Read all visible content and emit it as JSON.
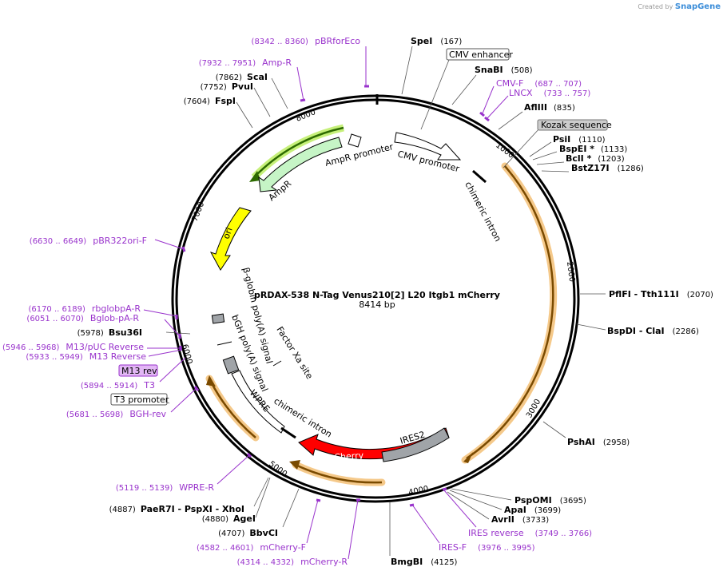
{
  "credit": {
    "prefix": "Created by",
    "brand": "SnapGene"
  },
  "plasmid": {
    "name": "pRDAX-538    N-Tag Venus210[2] L20 Itgb1 mCherry",
    "length_label": "8414 bp"
  },
  "ticks": [
    "1000",
    "2000",
    "3000",
    "4000",
    "5000",
    "6000",
    "7000",
    "8000"
  ],
  "enzymes": [
    {
      "name": "SpeI",
      "pos": "(167)"
    },
    {
      "name": "SnaBI",
      "pos": "(508)"
    },
    {
      "name": "AflIII",
      "pos": "(835)"
    },
    {
      "name": "PsiI",
      "pos": "(1110)"
    },
    {
      "name": "BspEI *",
      "pos": "(1133)"
    },
    {
      "name": "BclI *",
      "pos": "(1203)"
    },
    {
      "name": "BstZ17I",
      "pos": "(1286)"
    },
    {
      "name": "PflFI  - Tth111I",
      "pos": "(2070)"
    },
    {
      "name": "BspDI  - ClaI",
      "pos": "(2286)"
    },
    {
      "name": "PshAI",
      "pos": "(2958)"
    },
    {
      "name": "PspOMI",
      "pos": "(3695)"
    },
    {
      "name": "ApaI",
      "pos": "(3699)"
    },
    {
      "name": "AvrII",
      "pos": "(3733)"
    },
    {
      "name": "BmgBI",
      "pos": "(4125)"
    },
    {
      "name": "BbvCI",
      "pos": "(4707)"
    },
    {
      "name": "AgeI",
      "pos": "(4880)"
    },
    {
      "name": "PaeR7I  - PspXI  - XhoI",
      "pos": "(4887)"
    },
    {
      "name": "Bsu36I",
      "pos": "(5978)"
    },
    {
      "name": "FspI",
      "pos": "(7604)"
    },
    {
      "name": "PvuI",
      "pos": "(7752)"
    },
    {
      "name": "ScaI",
      "pos": "(7862)"
    }
  ],
  "primers": [
    {
      "name": "pBRforEco",
      "range": "(8342 .. 8360)"
    },
    {
      "name": "Amp-R",
      "range": "(7932 .. 7951)"
    },
    {
      "name": "CMV-F",
      "range": "(687 .. 707)"
    },
    {
      "name": "LNCX",
      "range": "(733 .. 757)"
    },
    {
      "name": "pBR322ori-F",
      "range": "(6630 .. 6649)"
    },
    {
      "name": "rbglobpA-R",
      "range": "(6170 .. 6189)"
    },
    {
      "name": "Bglob-pA-R",
      "range": "(6051 .. 6070)"
    },
    {
      "name": "M13/pUC Reverse",
      "range": "(5946 .. 5968)"
    },
    {
      "name": "M13 Reverse",
      "range": "(5933 .. 5949)"
    },
    {
      "name": "T3",
      "range": "(5894 .. 5914)"
    },
    {
      "name": "BGH-rev",
      "range": "(5681 .. 5698)"
    },
    {
      "name": "WPRE-R",
      "range": "(5119 .. 5139)"
    },
    {
      "name": "mCherry-F",
      "range": "(4582 .. 4601)"
    },
    {
      "name": "mCherry-R",
      "range": "(4314 .. 4332)"
    },
    {
      "name": "IRES-F",
      "range": "(3976 .. 3995)"
    },
    {
      "name": "IRES reverse",
      "range": "(3749 .. 3766)"
    }
  ],
  "boxed_labels": [
    "CMV enhancer",
    "Kozak sequence",
    "M13 rev",
    "T3 promoter"
  ],
  "features": {
    "cmv_promoter": "CMV promoter",
    "chimeric_intron_1": "chimeric intron",
    "ampr_promoter": "AmpR promoter",
    "ampr": "AmpR",
    "ori": "ori",
    "beta_globin": "β-globin poly(A) signal",
    "bgh": "bGH poly(A) signal",
    "factor_xa": "Factor Xa site",
    "wpre": "WPRE",
    "chimeric_intron_2": "chimeric intron",
    "mcherry": "mCherry",
    "ires2": "IRES2"
  },
  "colors": {
    "primer": "#9933cc",
    "orf": "#f5a623",
    "ampr": "#c6f5c6",
    "ori": "#ffff00",
    "mcherry": "#ff0000",
    "ires": "#a0a4a8",
    "kozak": "#cccccc",
    "m13rev": "#e2b7f5"
  }
}
